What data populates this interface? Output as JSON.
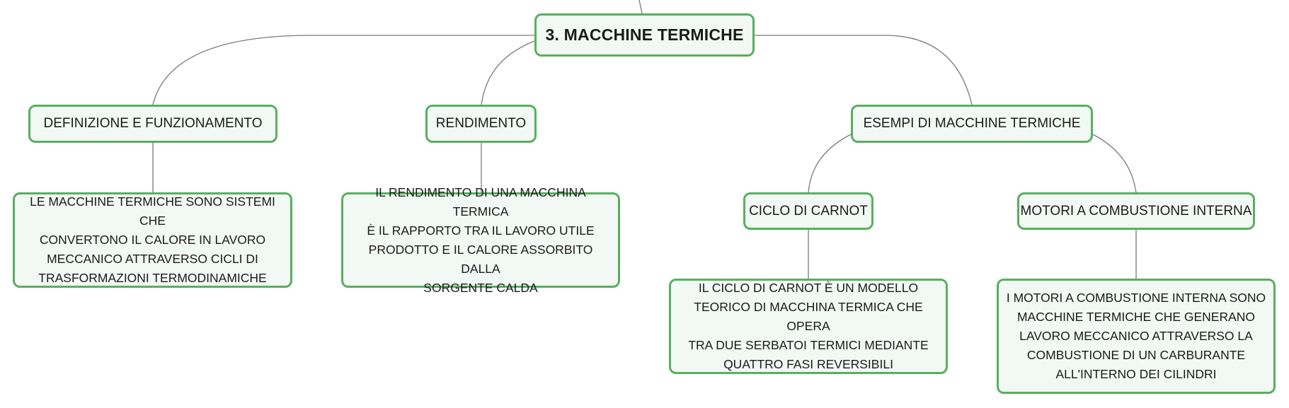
{
  "diagram": {
    "root": {
      "label": "3. MACCHINE TERMICHE"
    },
    "branches": {
      "definizione": {
        "label": "DEFINIZIONE E FUNZIONAMENTO",
        "description": [
          "LE MACCHINE TERMICHE SONO SISTEMI CHE",
          "CONVERTONO IL CALORE IN LAVORO",
          "MECCANICO ATTRAVERSO CICLI DI",
          "TRASFORMAZIONI TERMODINAMICHE"
        ]
      },
      "rendimento": {
        "label": "RENDIMENTO",
        "description": [
          "IL RENDIMENTO DI UNA MACCHINA TERMICA",
          "È IL RAPPORTO TRA IL LAVORO UTILE",
          "PRODOTTO E IL CALORE ASSORBITO DALLA",
          "SORGENTE CALDA"
        ]
      },
      "esempi": {
        "label": "ESEMPI DI MACCHINE TERMICHE",
        "children": {
          "carnot": {
            "label": "CICLO DI CARNOT",
            "description": [
              "IL CICLO DI CARNOT È UN MODELLO",
              "TEORICO DI MACCHINA TERMICA CHE OPERA",
              "TRA DUE SERBATOI TERMICI MEDIANTE",
              "QUATTRO FASI REVERSIBILI"
            ]
          },
          "motori": {
            "label": "MOTORI A COMBUSTIONE INTERNA",
            "description": [
              "I MOTORI A COMBUSTIONE INTERNA SONO",
              "MACCHINE TERMICHE CHE GENERANO",
              "LAVORO MECCANICO ATTRAVERSO LA",
              "COMBUSTIONE DI UN CARBURANTE",
              "ALL'INTERNO DEI CILINDRI"
            ]
          }
        }
      }
    },
    "colors": {
      "node_border": "#57b05f",
      "node_fill": "#f2f8f3",
      "connector": "#7a7a7a",
      "text": "#1b1b1b"
    }
  }
}
